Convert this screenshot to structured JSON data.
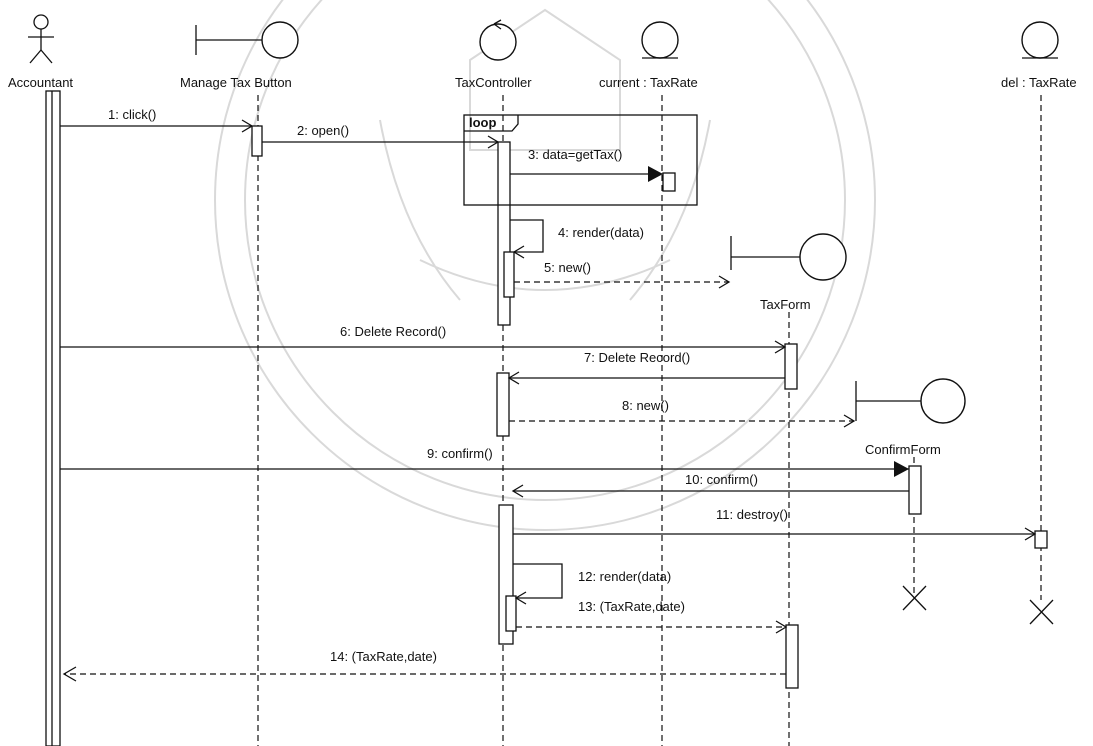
{
  "participants": {
    "accountant": "Accountant",
    "manage_tax_button": "Manage Tax Button",
    "tax_controller": "TaxController",
    "current_tax_rate": "current : TaxRate",
    "tax_form": "TaxForm",
    "confirm_form": "ConfirmForm",
    "del_tax_rate": "del : TaxRate"
  },
  "fragment": {
    "label": "loop"
  },
  "messages": [
    "1: click()",
    "2: open()",
    "3: data=getTax()",
    "4: render(data)",
    "5: new()",
    "6: Delete Record()",
    "7: Delete Record()",
    "8: new()",
    "9: confirm()",
    "10: confirm()",
    "11: destroy()",
    "12: render(data)",
    "13: (TaxRate,date)",
    "14: (TaxRate,date)"
  ]
}
